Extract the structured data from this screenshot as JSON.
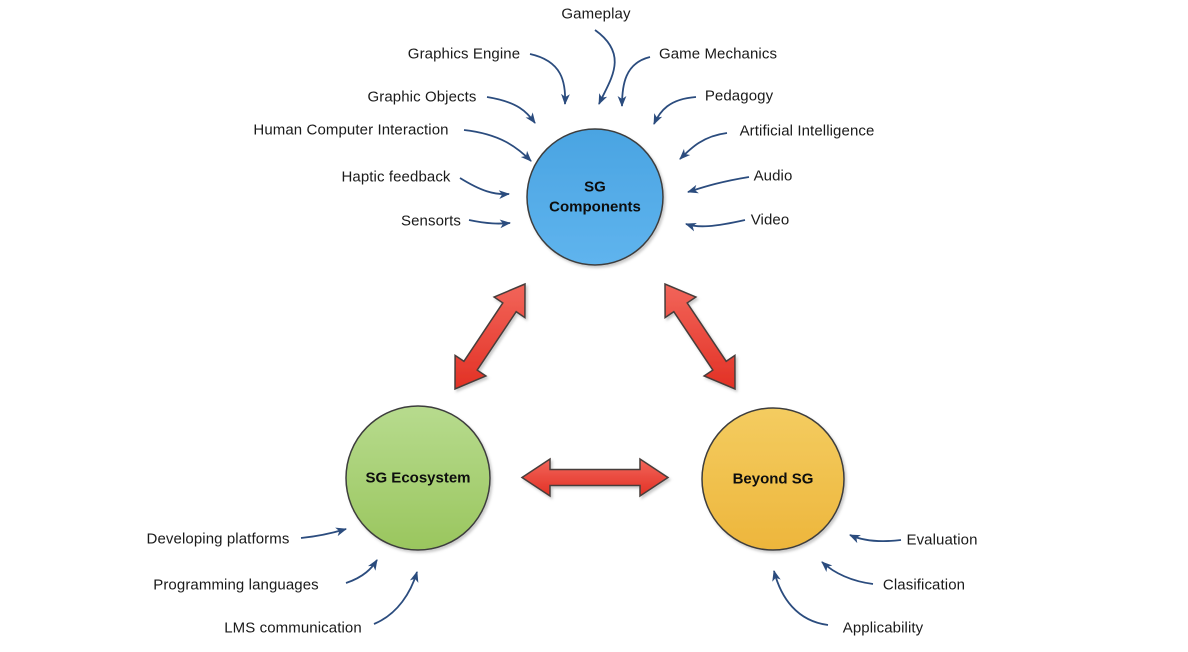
{
  "diagram": {
    "nodes": {
      "sg_components": {
        "label": "SG Components",
        "fill": "#54ABE8"
      },
      "sg_ecosystem": {
        "label": "SG Ecosystem",
        "fill": "#A7CE6E"
      },
      "beyond_sg": {
        "label": "Beyond SG",
        "fill": "#F1C24F"
      }
    },
    "sg_components_labels": {
      "gameplay": "Gameplay",
      "graphics_engine": "Graphics Engine",
      "game_mechanics": "Game Mechanics",
      "graphic_objects": "Graphic Objects",
      "pedagogy": "Pedagogy",
      "human_computer_interaction": "Human Computer Interaction",
      "artificial_intelligence": "Artificial Intelligence",
      "haptic_feedback": "Haptic feedback",
      "audio": "Audio",
      "sensorts": "Sensorts",
      "video": "Video"
    },
    "sg_ecosystem_labels": {
      "developing_platforms": "Developing platforms",
      "programming_languages": "Programming languages",
      "lms_communication": "LMS communication"
    },
    "beyond_sg_labels": {
      "evaluation": "Evaluation",
      "clasification": "Clasification",
      "applicability": "Applicability"
    },
    "colors": {
      "connector_arrow": "#2B4C7E",
      "relation_arrow": "#E6392E",
      "circle_outline": "#3D3D3D"
    }
  }
}
